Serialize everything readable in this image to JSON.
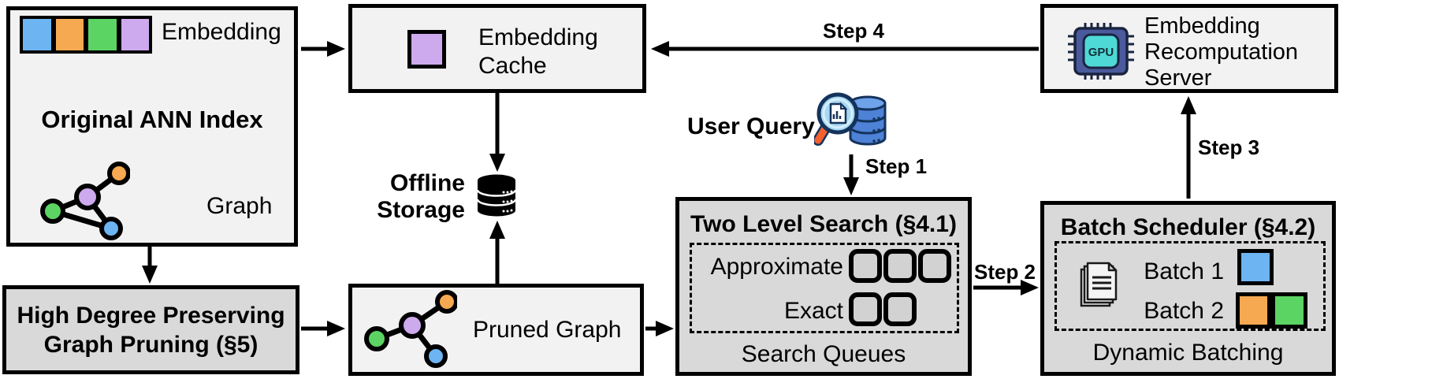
{
  "original_ann_index": {
    "title": "Original ANN Index",
    "embedding_label": "Embedding",
    "graph_label": "Graph"
  },
  "graph_pruning": {
    "line1": "High Degree Preserving",
    "line2": "Graph Pruning (§5)"
  },
  "embedding_cache": {
    "line1": "Embedding",
    "line2": "Cache"
  },
  "offline_storage": {
    "line1": "Offline",
    "line2": "Storage"
  },
  "pruned_graph": {
    "label": "Pruned Graph"
  },
  "user_query": {
    "label": "User Query"
  },
  "two_level_search": {
    "title": "Two Level Search (§4.1)",
    "approximate_label": "Approximate",
    "exact_label": "Exact",
    "approximate_queues": 3,
    "exact_queues": 2,
    "footer": "Search Queues"
  },
  "batch_scheduler": {
    "title": "Batch Scheduler (§4.2)",
    "batch1_label": "Batch 1",
    "batch2_label": "Batch 2",
    "footer": "Dynamic Batching"
  },
  "recomputation_server": {
    "line1": "Embedding",
    "line2": "Recomputation",
    "line3": "Server",
    "gpu_label": "GPU"
  },
  "steps": {
    "step1": "Step 1",
    "step2": "Step 2",
    "step3": "Step 3",
    "step4": "Step 4"
  },
  "colors": {
    "blue": "#6db4f2",
    "orange": "#f6a950",
    "green": "#5cd463",
    "purple": "#cda9ee",
    "light_box": "#f2f2f2",
    "dark_box": "#d9d9d9"
  }
}
